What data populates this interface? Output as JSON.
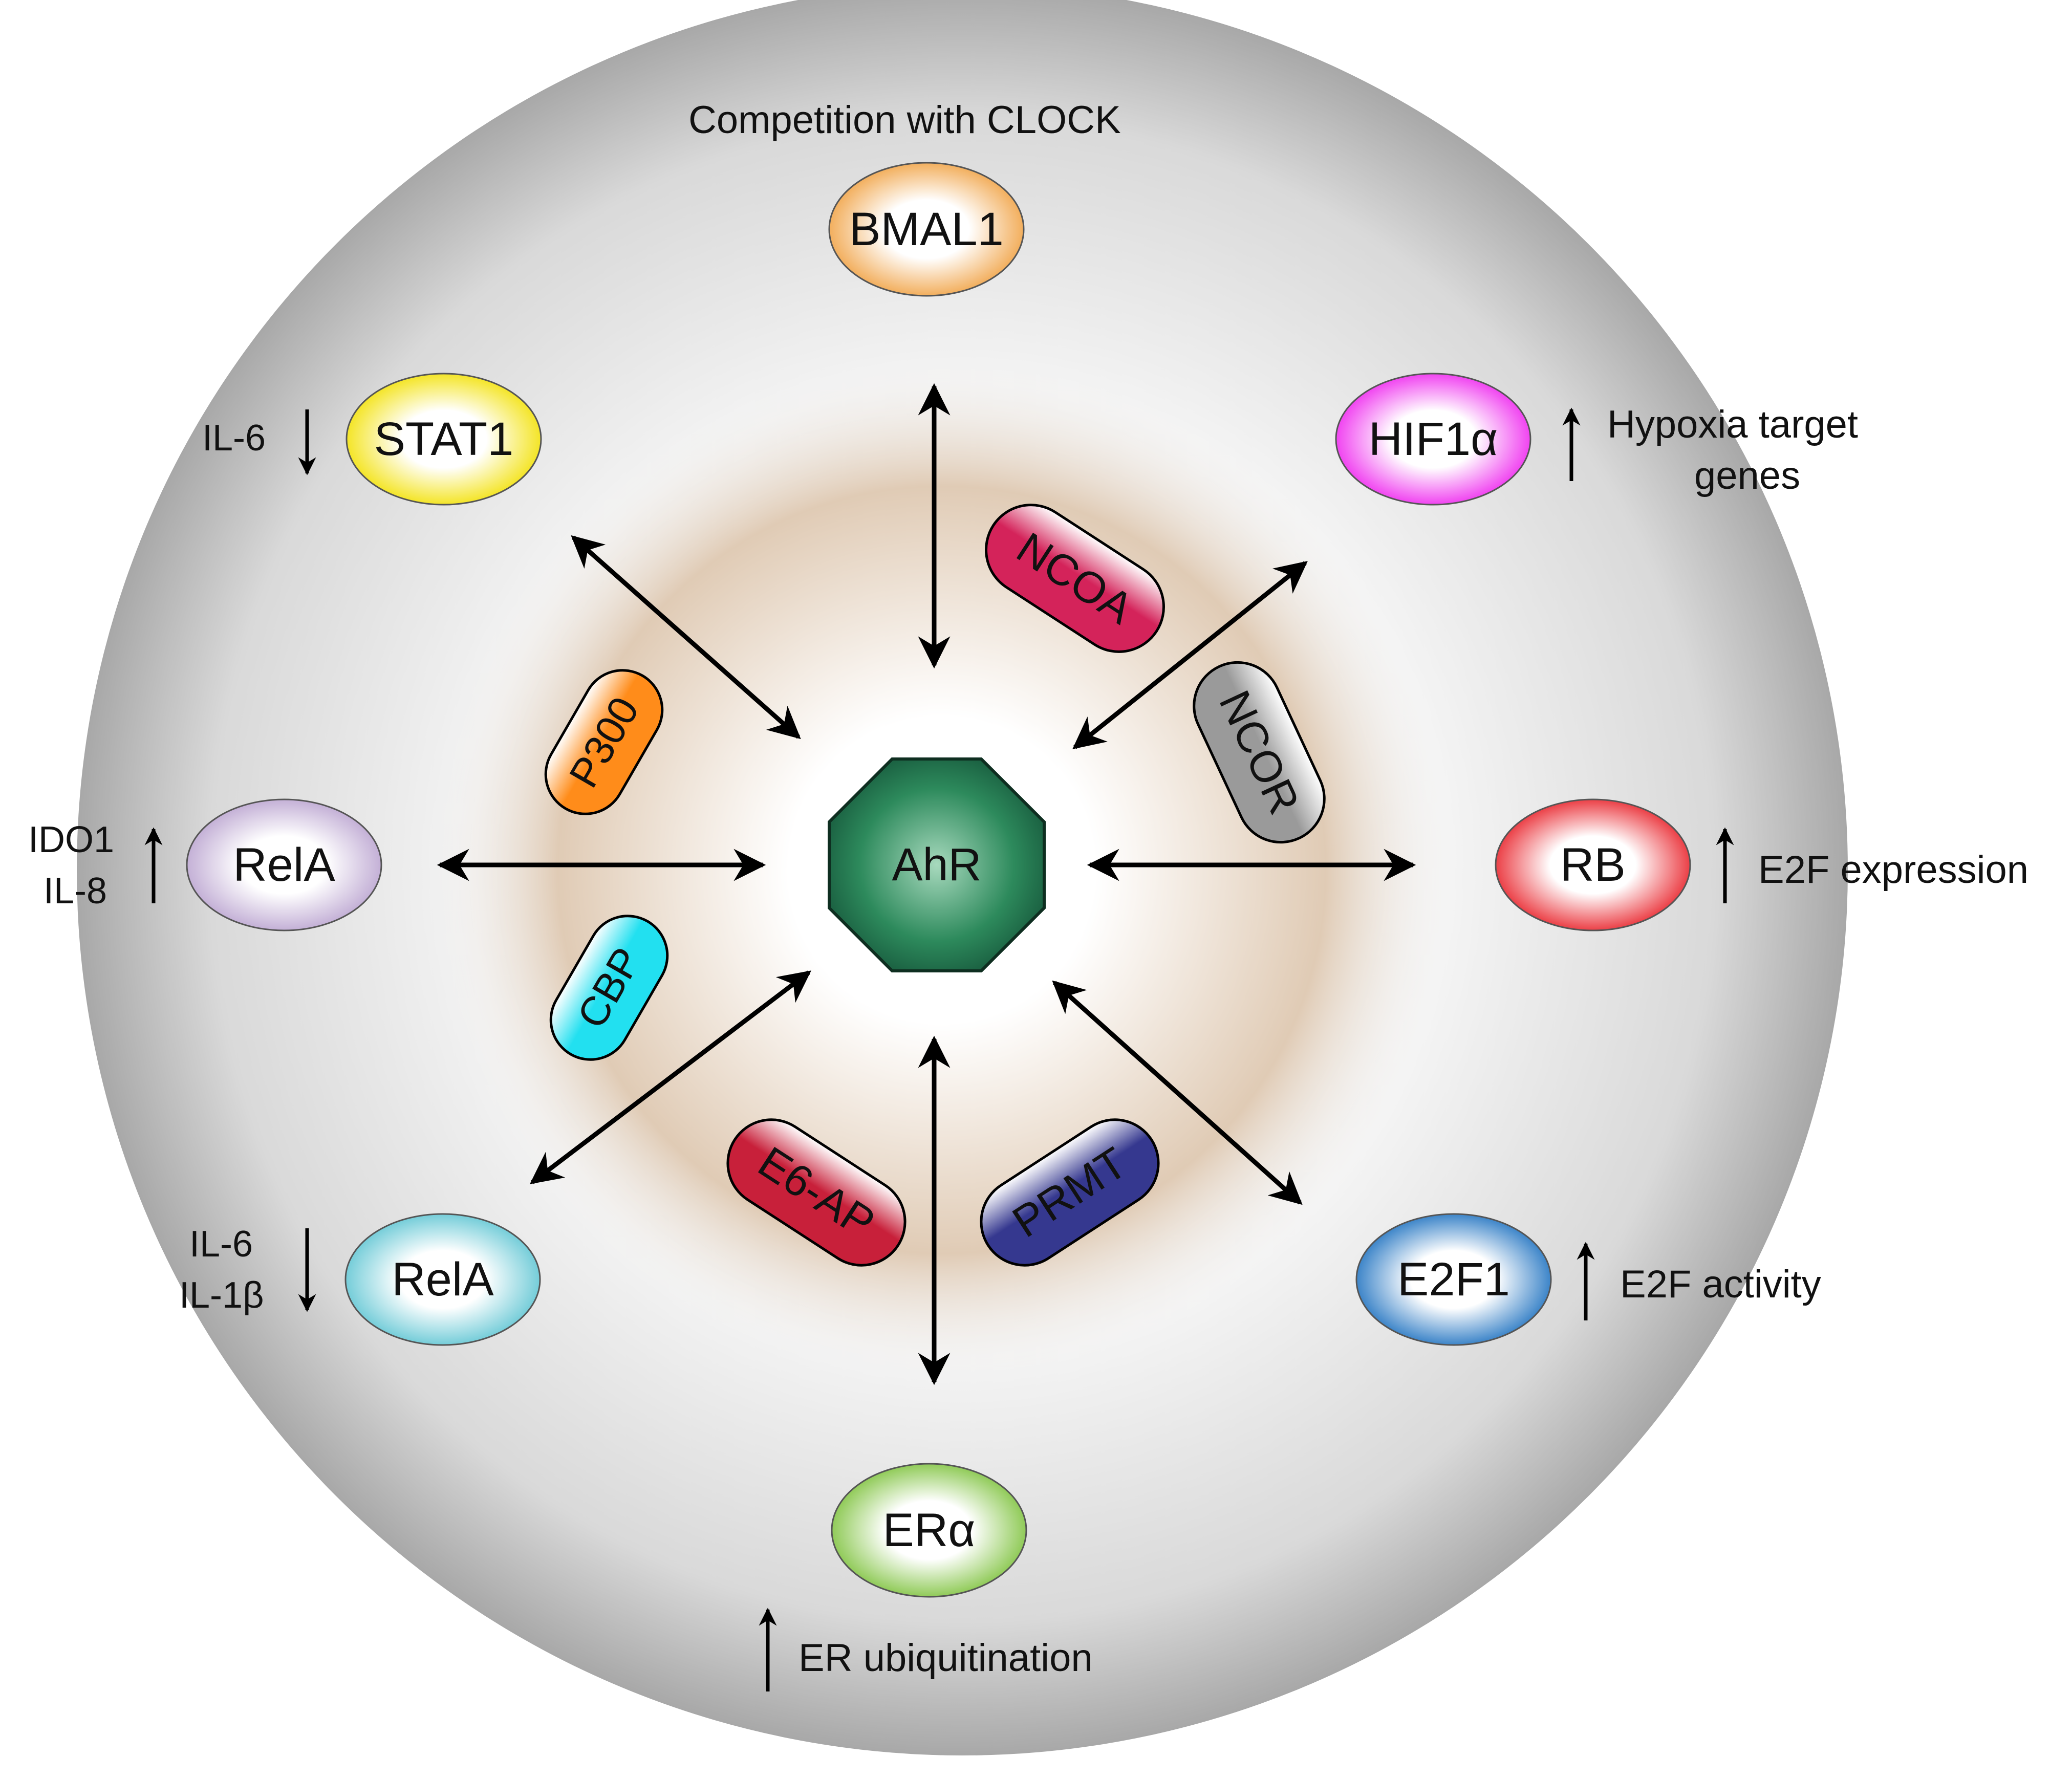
{
  "center": {
    "label": "AhR",
    "label_color": "#ff1a1a",
    "fill": "#1f6b48"
  },
  "partners": [
    {
      "id": "bmal1",
      "label": "BMAL1",
      "color": "#f0a040"
    },
    {
      "id": "stat1",
      "label": "STAT1",
      "color": "#f2e000"
    },
    {
      "id": "hif1a",
      "label": "HIF1α",
      "color": "#ee22ee"
    },
    {
      "id": "rela_left",
      "label": "RelA",
      "color": "#b9a2cf"
    },
    {
      "id": "rb",
      "label": "RB",
      "color": "#e81d25"
    },
    {
      "id": "rela_bottom",
      "label": "RelA",
      "color": "#5cc4d2"
    },
    {
      "id": "e2f1",
      "label": "E2F1",
      "color": "#1a6fbf"
    },
    {
      "id": "era",
      "label": "ERα",
      "color": "#7cc13a"
    }
  ],
  "cofactors": [
    {
      "id": "ncoa",
      "label": "NCOA",
      "color": "#d4235a"
    },
    {
      "id": "p300",
      "label": "P300",
      "color": "#ff8c1a"
    },
    {
      "id": "ncor",
      "label": "NCOR",
      "color": "#9a9a9a"
    },
    {
      "id": "cbp",
      "label": "CBP",
      "color": "#22e0f0"
    },
    {
      "id": "e6ap",
      "label": "E6-AP",
      "color": "#c8203a"
    },
    {
      "id": "prmt",
      "label": "PRMT",
      "color": "#35388f"
    }
  ],
  "annotations": {
    "bmal1": "Competition with CLOCK",
    "stat1": "IL-6",
    "hif1a_line1": "Hypoxia target",
    "hif1a_line2": "genes",
    "rela_left_line1": "IDO1",
    "rela_left_line2": "IL-8",
    "rb": "E2F expression",
    "rela_bottom_line1": "IL-6",
    "rela_bottom_line2": "IL-1β",
    "e2f1": "E2F activity",
    "era": "ER ubiquitination"
  },
  "colors": {
    "outer_disc": "#a8a8a8",
    "inner_glow": "#c9a987",
    "arrow": "#000000"
  }
}
